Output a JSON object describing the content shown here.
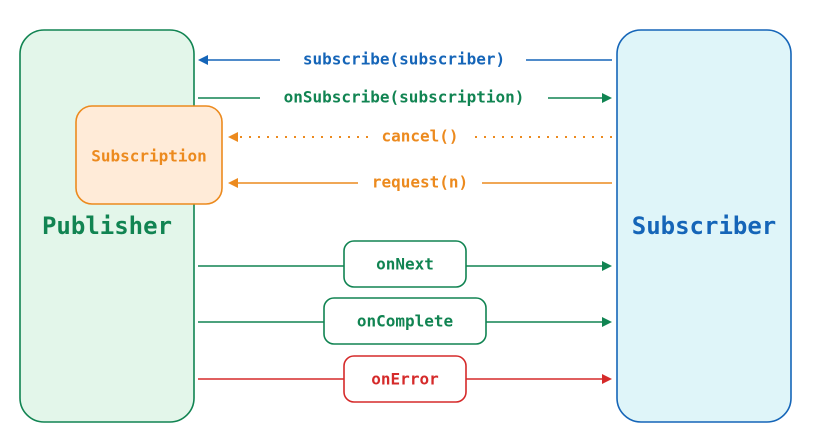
{
  "colors": {
    "publisher": "#118452",
    "publisher_fill": "#e3f6ea",
    "subscriber": "#1565b8",
    "subscriber_fill": "#dff5f9",
    "subscription": "#ec8a1e",
    "subscription_fill": "#ffebd8",
    "error": "#d52a2a",
    "white": "#ffffff"
  },
  "publisher": {
    "label": "Publisher"
  },
  "subscriber": {
    "label": "Subscriber"
  },
  "subscription": {
    "label": "Subscription"
  },
  "messages": {
    "subscribe": "subscribe(subscriber)",
    "on_subscribe": "onSubscribe(subscription)",
    "cancel": "cancel()",
    "request": "request(n)",
    "on_next": "onNext",
    "on_complete": "onComplete",
    "on_error": "onError"
  }
}
